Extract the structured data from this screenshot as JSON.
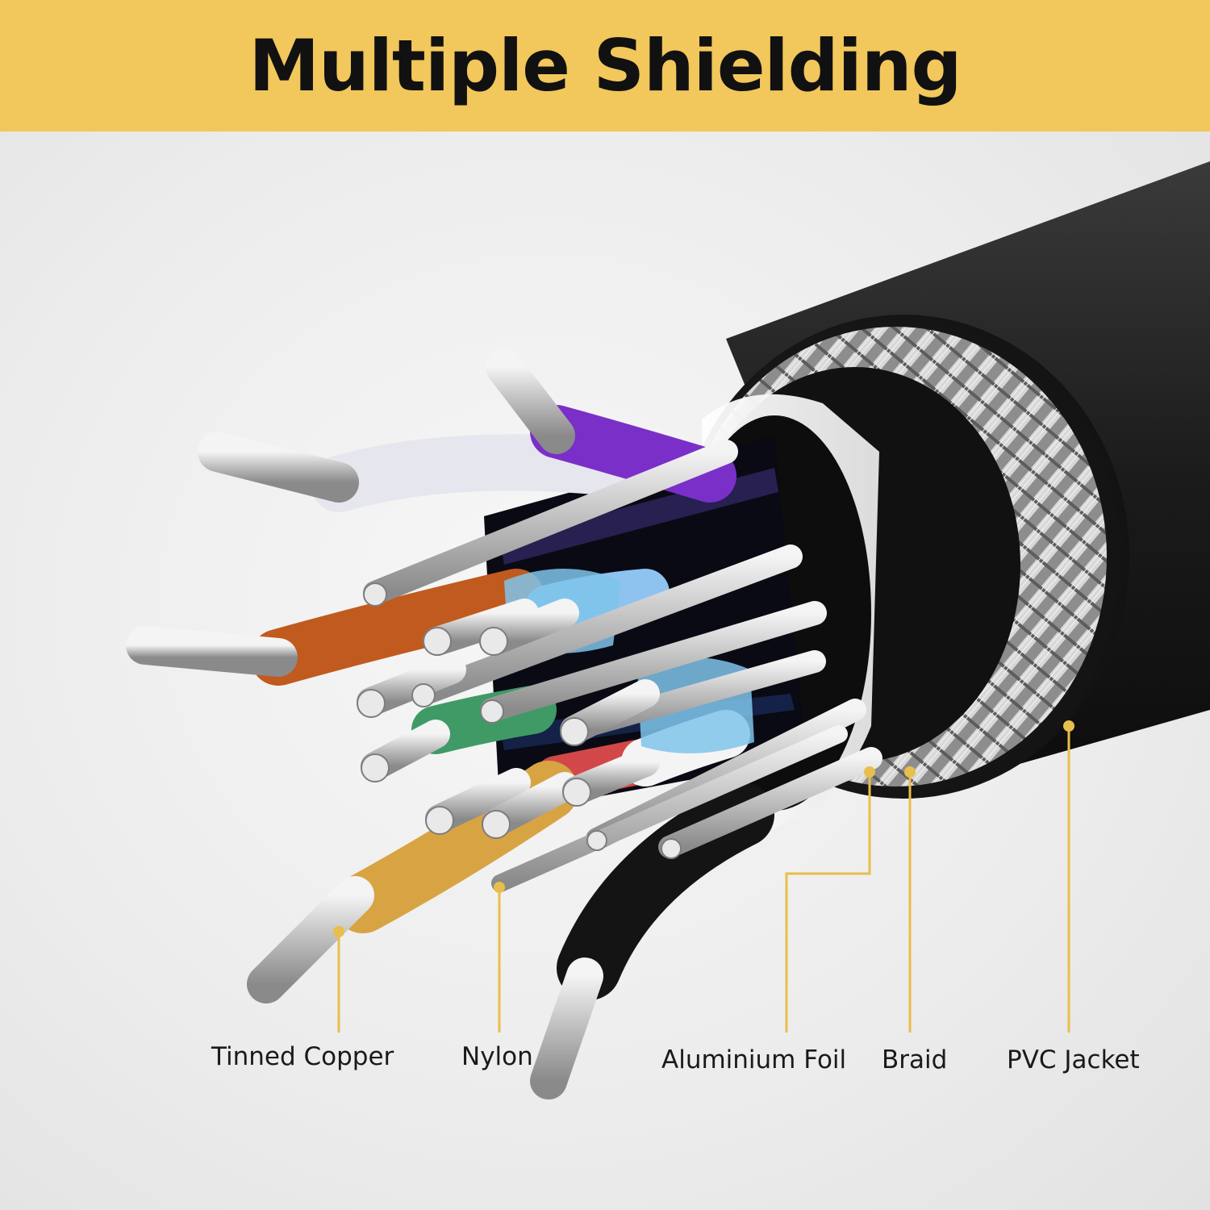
{
  "header": {
    "title": "Multiple Shielding"
  },
  "colors": {
    "banner": "#f2c75c",
    "leader": "#e8be4c",
    "jacket": "#1a1a1a"
  },
  "labels": {
    "tinned_copper": "Tinned Copper",
    "nylon": "Nylon",
    "aluminium_foil": "Aluminium Foil",
    "braid": "Braid",
    "pvc_jacket": "PVC Jacket"
  }
}
